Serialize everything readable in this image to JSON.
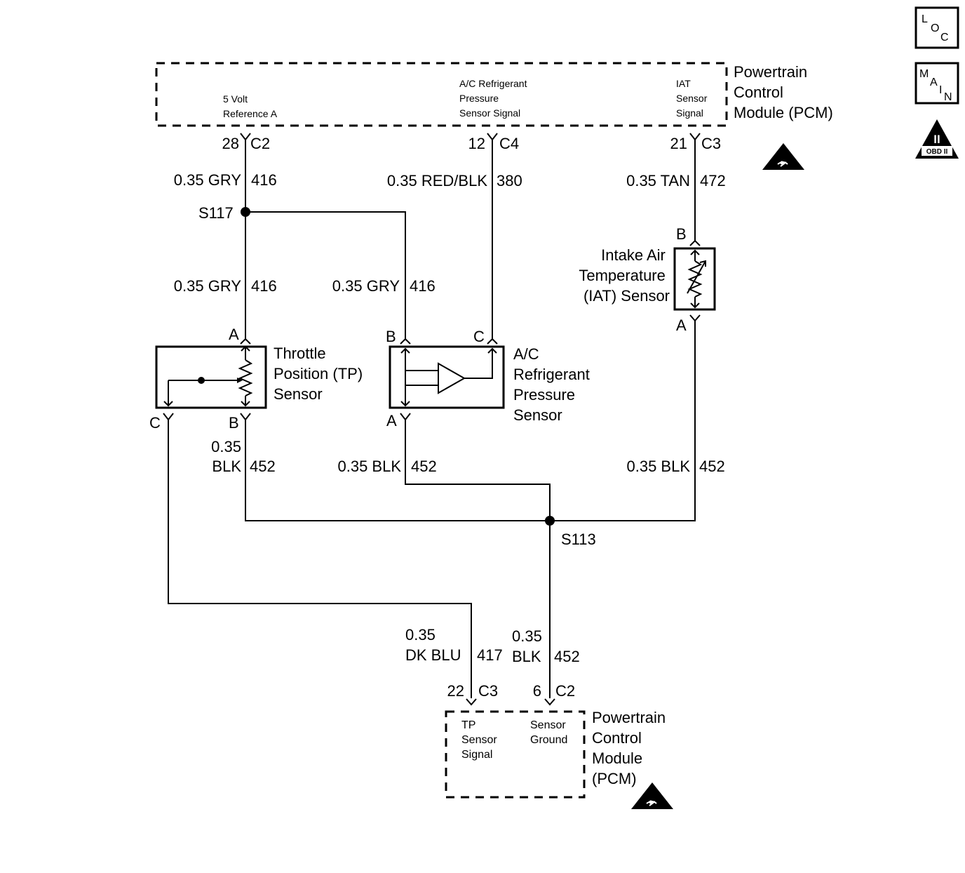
{
  "pcm_top": {
    "title": [
      "Powertrain",
      "Control",
      "Module (PCM)"
    ],
    "circuits": {
      "ref5v": [
        "5 Volt",
        "Reference A"
      ],
      "ac_signal": [
        "A/C Refrigerant",
        "Pressure",
        "Sensor Signal"
      ],
      "iat_signal": [
        "IAT",
        "Sensor",
        "Signal"
      ]
    },
    "pins": [
      {
        "pin": "28",
        "connector": "C2"
      },
      {
        "pin": "12",
        "connector": "C4"
      },
      {
        "pin": "21",
        "connector": "C3"
      }
    ]
  },
  "pcm_bottom": {
    "title": [
      "Powertrain",
      "Control",
      "Module",
      "(PCM)"
    ],
    "circuits": {
      "tp_signal": [
        "TP",
        "Sensor",
        "Signal"
      ],
      "sensor_ground": [
        "Sensor",
        "Ground"
      ]
    },
    "pins": [
      {
        "pin": "22",
        "connector": "C3"
      },
      {
        "pin": "6",
        "connector": "C2"
      }
    ]
  },
  "wires": {
    "gry_top": {
      "gauge": "0.35 GRY",
      "circuit": "416"
    },
    "gry_tp": {
      "gauge": "0.35 GRY",
      "circuit": "416"
    },
    "gry_ac": {
      "gauge": "0.35 GRY",
      "circuit": "416"
    },
    "redblk": {
      "gauge": "0.35 RED/BLK",
      "circuit": "380"
    },
    "tan": {
      "gauge": "0.35 TAN",
      "circuit": "472"
    },
    "blk_tp": {
      "gauge": [
        "0.35",
        "BLK"
      ],
      "circuit": "452"
    },
    "blk_ac": {
      "gauge": "0.35 BLK",
      "circuit": "452"
    },
    "blk_iat": {
      "gauge": "0.35 BLK",
      "circuit": "452"
    },
    "dkblu": {
      "gauge": [
        "0.35",
        "DK BLU"
      ],
      "circuit": "417"
    },
    "blk_pcm": {
      "gauge": [
        "0.35",
        "BLK"
      ],
      "circuit": "452"
    }
  },
  "splices": {
    "s117": "S117",
    "s113": "S113"
  },
  "components": {
    "tp_sensor": {
      "name": [
        "Throttle",
        "Position (TP)",
        "Sensor"
      ],
      "terminals": {
        "a": "A",
        "b": "B",
        "c": "C"
      }
    },
    "ac_sensor": {
      "name": [
        "A/C",
        "Refrigerant",
        "Pressure",
        "Sensor"
      ],
      "terminals": {
        "a": "A",
        "b": "B",
        "c": "C"
      }
    },
    "iat_sensor": {
      "name": [
        "Intake Air",
        "Temperature",
        "(IAT) Sensor"
      ],
      "terminals": {
        "a": "A",
        "b": "B"
      }
    }
  },
  "side_icons": {
    "loc": [
      "L",
      "O",
      "C"
    ],
    "main": [
      "M",
      "A",
      "I",
      "N"
    ],
    "obd": {
      "numeral": "II",
      "label": "OBD II"
    }
  },
  "icons": [
    "esd-warning-icon",
    "loc-icon",
    "main-icon",
    "obd2-icon"
  ]
}
